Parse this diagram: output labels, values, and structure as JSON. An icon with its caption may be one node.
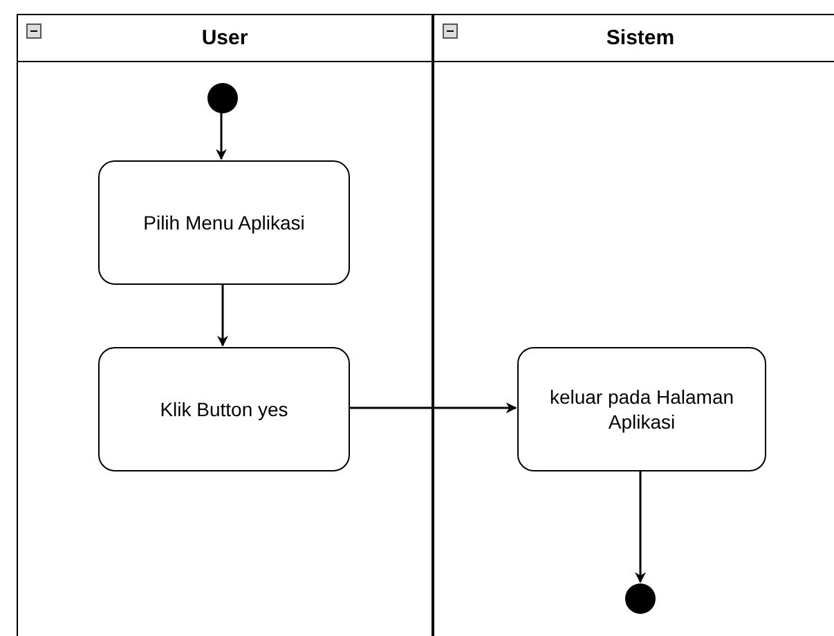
{
  "diagram": {
    "nodes": [
      {
        "text": [
          "User"
        ]
      },
      {
        "text": [
          "Sistem"
        ]
      },
      {
        "text": [],
        "shape": "circle",
        "in": 0
      },
      {
        "text": [
          "Pilih Menu Aplikasi"
        ],
        "in": 0
      },
      {
        "text": [
          "Klik Button yes"
        ],
        "in": 0
      },
      {
        "text": [
          "keluar pada Halaman Aplikasi"
        ],
        "in": 1
      },
      {
        "text": [],
        "shape": "circle",
        "in": 1
      }
    ],
    "edges": [
      {
        "from": 2,
        "to": 3,
        "arrow": "to"
      },
      {
        "from": 3,
        "to": 4,
        "arrow": "to"
      },
      {
        "from": 4,
        "to": 5,
        "arrow": "to"
      },
      {
        "from": 5,
        "to": 6,
        "arrow": "to"
      }
    ]
  }
}
